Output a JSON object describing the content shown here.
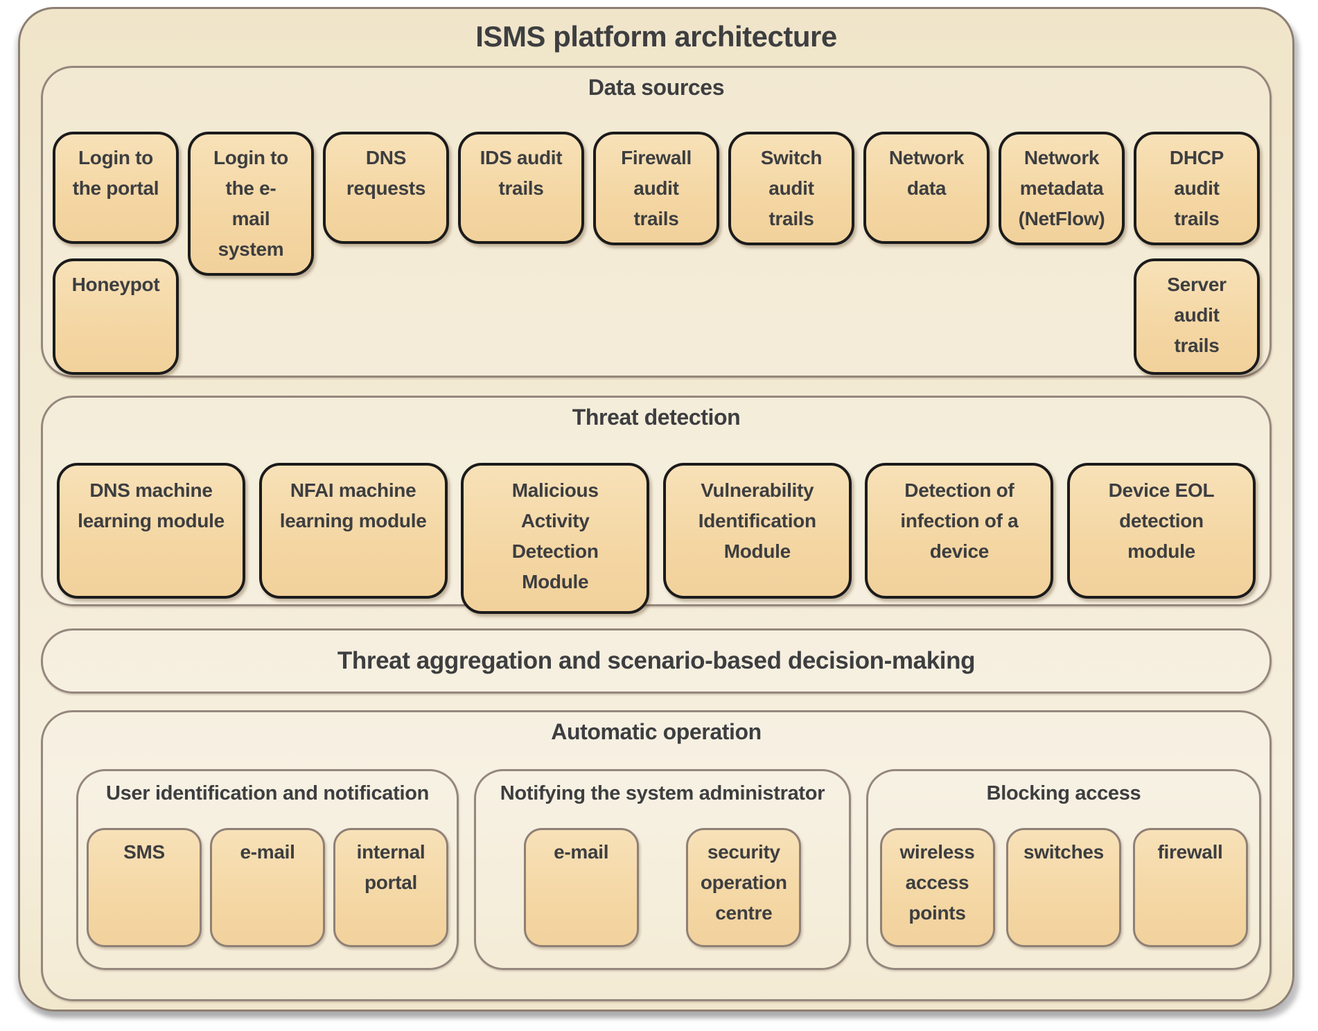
{
  "title": "ISMS platform architecture",
  "colors": {
    "canvas_background": "#ffffff",
    "frame_fill_top": "#f0e5c9",
    "frame_fill_bottom": "#f6efde",
    "frame_border": "#8d7f73",
    "section_border": "#95877d",
    "node_fill": "#f4d7a4",
    "node_border_dark": "#1b1b1b",
    "node_border_soft": "#8f8076",
    "text": "#3d3e40"
  },
  "sections": {
    "data_sources": {
      "title": "Data sources",
      "row1": [
        "Login to the portal",
        "Login to the e-mail system",
        "DNS requests",
        "IDS audit trails",
        "Firewall audit trails",
        "Switch audit trails",
        "Network data",
        "Network metadata (NetFlow)",
        "DHCP audit trails"
      ],
      "row2_left": "Honeypot",
      "row2_right": "Server audit trails"
    },
    "threat_detection": {
      "title": "Threat detection",
      "modules": [
        "DNS machine learning module",
        "NFAI machine learning module",
        "Malicious Activity Detection Module",
        "Vulnerability Identification Module",
        "Detection of infection of a device",
        "Device EOL detection module"
      ]
    },
    "aggregation": {
      "title": "Threat aggregation and scenario-based decision-making"
    },
    "automatic_operation": {
      "title": "Automatic operation",
      "groups": [
        {
          "title": "User identification and notification",
          "items": [
            "SMS",
            "e-mail",
            "internal portal"
          ]
        },
        {
          "title": "Notifying the system administrator",
          "items": [
            "e-mail",
            "security operation centre"
          ]
        },
        {
          "title": "Blocking access",
          "items": [
            "wireless access points",
            "switches",
            "firewall"
          ]
        }
      ]
    }
  }
}
